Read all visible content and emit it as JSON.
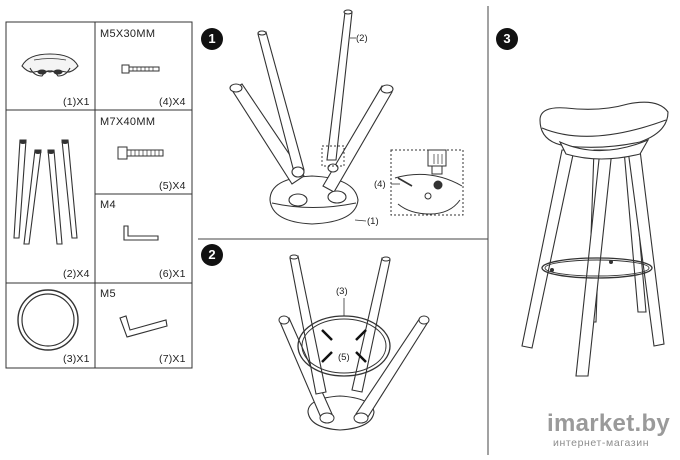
{
  "parts_panel": {
    "cells": [
      {
        "id": "seat",
        "spec": "",
        "caption": "(1)X1"
      },
      {
        "id": "screw-short",
        "spec": "M5X30MM",
        "caption": "(4)X4"
      },
      {
        "id": "legs",
        "spec": "",
        "caption": "(2)X4"
      },
      {
        "id": "screw-long",
        "spec": "M7X40MM",
        "caption": "(5)X4"
      },
      {
        "id": "wrench-m4",
        "spec": "M4",
        "caption": "(6)X1"
      },
      {
        "id": "ring",
        "spec": "",
        "caption": "(3)X1"
      },
      {
        "id": "wrench-m5",
        "spec": "M5",
        "caption": "(7)X1"
      }
    ]
  },
  "steps": [
    {
      "number": "1",
      "callouts": {
        "leg": "(2)",
        "screw": "(4)",
        "seat": "(1)"
      }
    },
    {
      "number": "2",
      "callouts": {
        "ring": "(3)",
        "screw": "(5)"
      }
    },
    {
      "number": "3"
    }
  ],
  "watermark": {
    "brand": "imarket.by",
    "subtitle": "интернет-магазин"
  },
  "icons": [
    "step-badge",
    "stool-illustration",
    "allen-key",
    "bolt",
    "ring",
    "legs"
  ],
  "colors": {
    "ink": "#222222",
    "badge": "#111111",
    "watermark": "#9a9a9a"
  }
}
